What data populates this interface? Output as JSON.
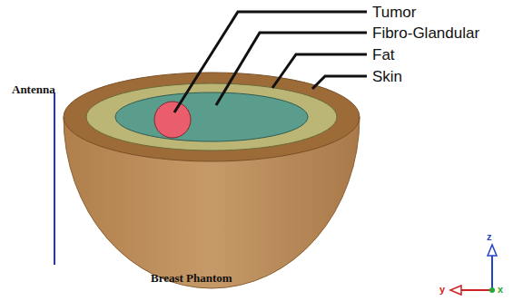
{
  "diagram": {
    "labels": [
      "Tumor",
      "Fibro-Glandular",
      "Fat",
      "Skin",
      "Antenna",
      "Breast Phantom",
      "z",
      "y",
      "x"
    ]
  }
}
